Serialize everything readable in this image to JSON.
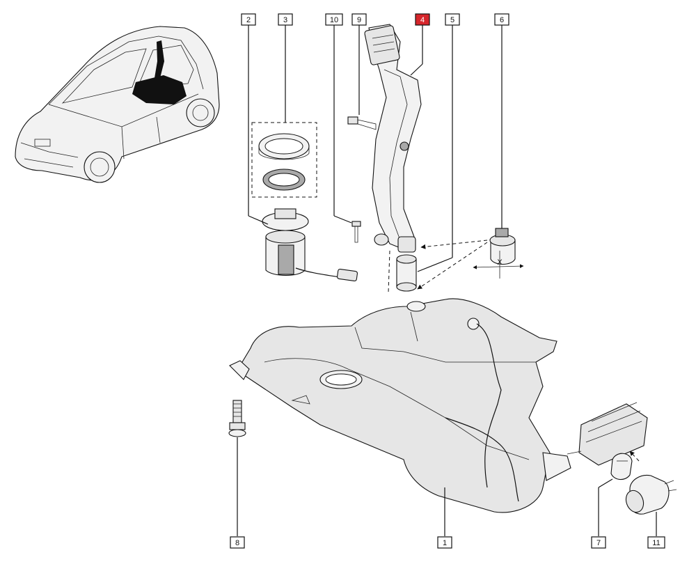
{
  "callouts": {
    "1": "1",
    "2": "2",
    "3": "3",
    "4": "4",
    "5": "5",
    "6": "6",
    "7": "7",
    "8": "8",
    "9": "9",
    "10": "10",
    "11": "11"
  },
  "highlighted_callout": "4",
  "highlight_color": "#d6262b",
  "dimension_label": "X",
  "icons": {
    "car": "vehicle-outline-icon",
    "tank": "fuel-tank-icon",
    "pump": "fuel-pump-icon",
    "filter": "fuel-filter-icon"
  }
}
